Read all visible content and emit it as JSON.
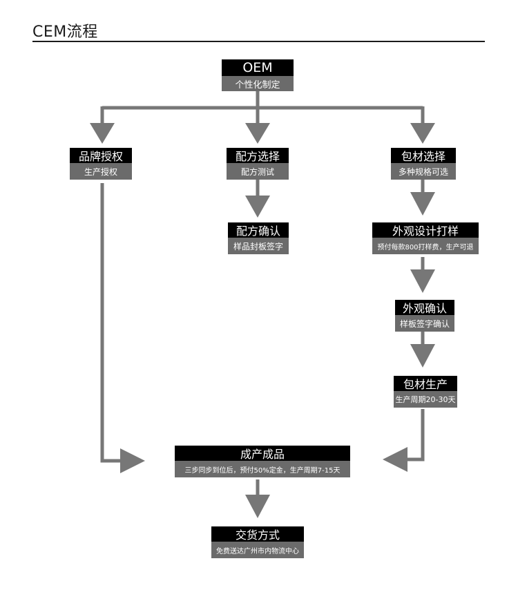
{
  "title": "CEM流程",
  "nodes": {
    "oem": {
      "title": "OEM",
      "subtitle": "个性化制定"
    },
    "brand_auth": {
      "title": "品牌授权",
      "subtitle": "生产授权"
    },
    "formula_select": {
      "title": "配方选择",
      "subtitle": "配方测试"
    },
    "formula_confirm": {
      "title": "配方确认",
      "subtitle": "样品封板签字"
    },
    "pack_select": {
      "title": "包材选择",
      "subtitle": "多种规格可选"
    },
    "look_design": {
      "title": "外观设计打样",
      "subtitle": "预付每款800打样费，生产可退"
    },
    "look_confirm": {
      "title": "外观确认",
      "subtitle": "样板签字确认"
    },
    "pack_produce": {
      "title": "包材生产",
      "subtitle": "生产周期20-30天"
    },
    "finished": {
      "title": "成产成品",
      "subtitle": "三步同步到位后，预付50%定金，生产周期7-15天"
    },
    "delivery": {
      "title": "交货方式",
      "subtitle": "免费送达广州市内物流中心"
    }
  },
  "colors": {
    "header": "#000000",
    "subheader": "#6b6b6b",
    "connector": "#777777"
  }
}
